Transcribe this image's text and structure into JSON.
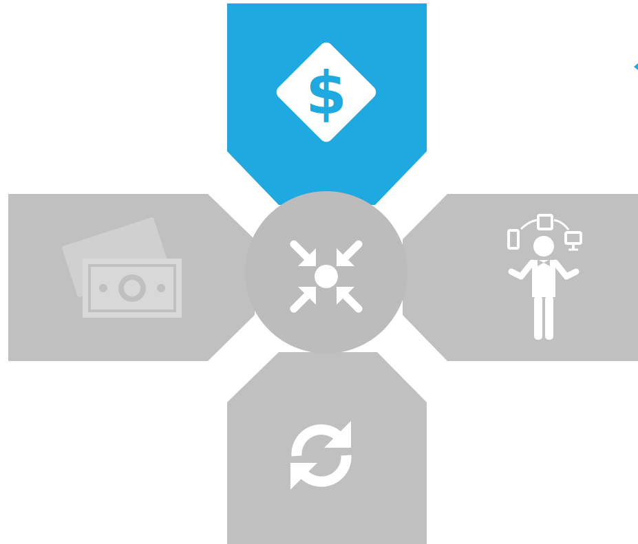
{
  "colors": {
    "background": "#ffffff",
    "accent": "#1eaae1",
    "panel": "#c0c0c0",
    "hub": "#bcbcbc",
    "icon": "#ffffff",
    "icon_muted": "#d8d8d8"
  },
  "hub": {
    "icon": "converge-arrows-icon"
  },
  "panels": [
    {
      "id": "top",
      "icon": "dollar-diamond-icon",
      "active": true
    },
    {
      "id": "left",
      "icon": "banknotes-icon",
      "active": false
    },
    {
      "id": "right",
      "icon": "multi-device-person-icon",
      "active": false
    },
    {
      "id": "bottom",
      "icon": "refresh-cycle-icon",
      "active": false
    }
  ],
  "edge_marker": {
    "icon": "left-arrow-tip-icon"
  }
}
